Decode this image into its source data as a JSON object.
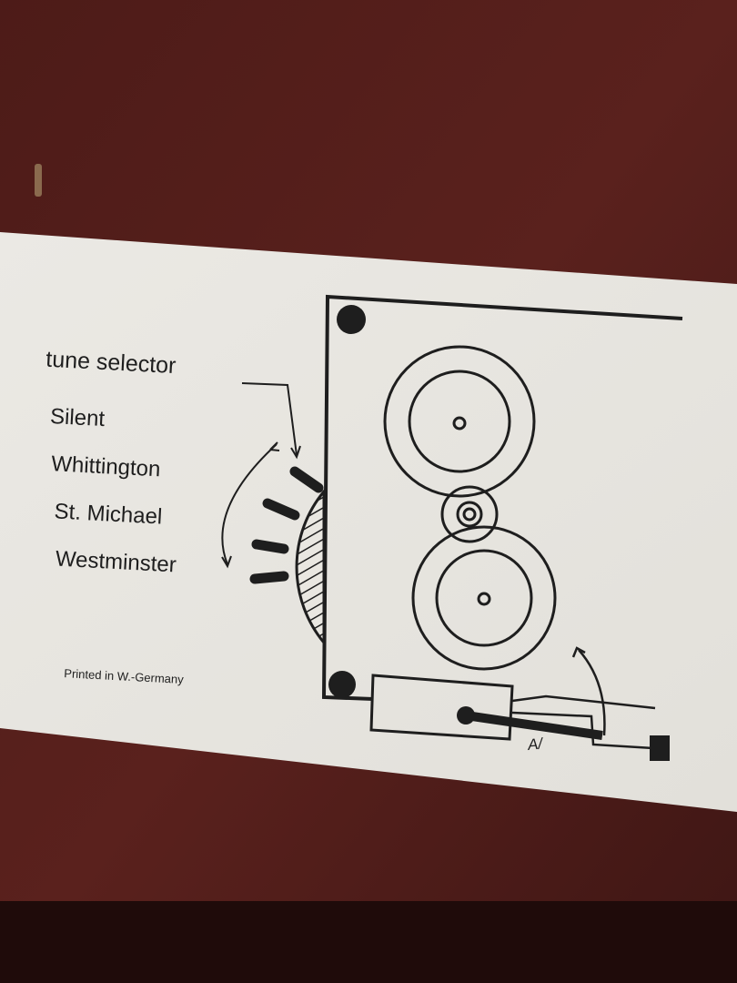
{
  "label": {
    "tune_selector": "tune selector",
    "tunes": [
      "Silent",
      "Whittington",
      "St. Michael",
      "Westminster"
    ],
    "printed": "Printed in W.-Germany",
    "lever_mark": "A/"
  },
  "colors": {
    "wood": "#4a1a17",
    "wood_dark": "#2e0f0d",
    "card": "#e9e7e1",
    "ink": "#1e1e1e"
  }
}
